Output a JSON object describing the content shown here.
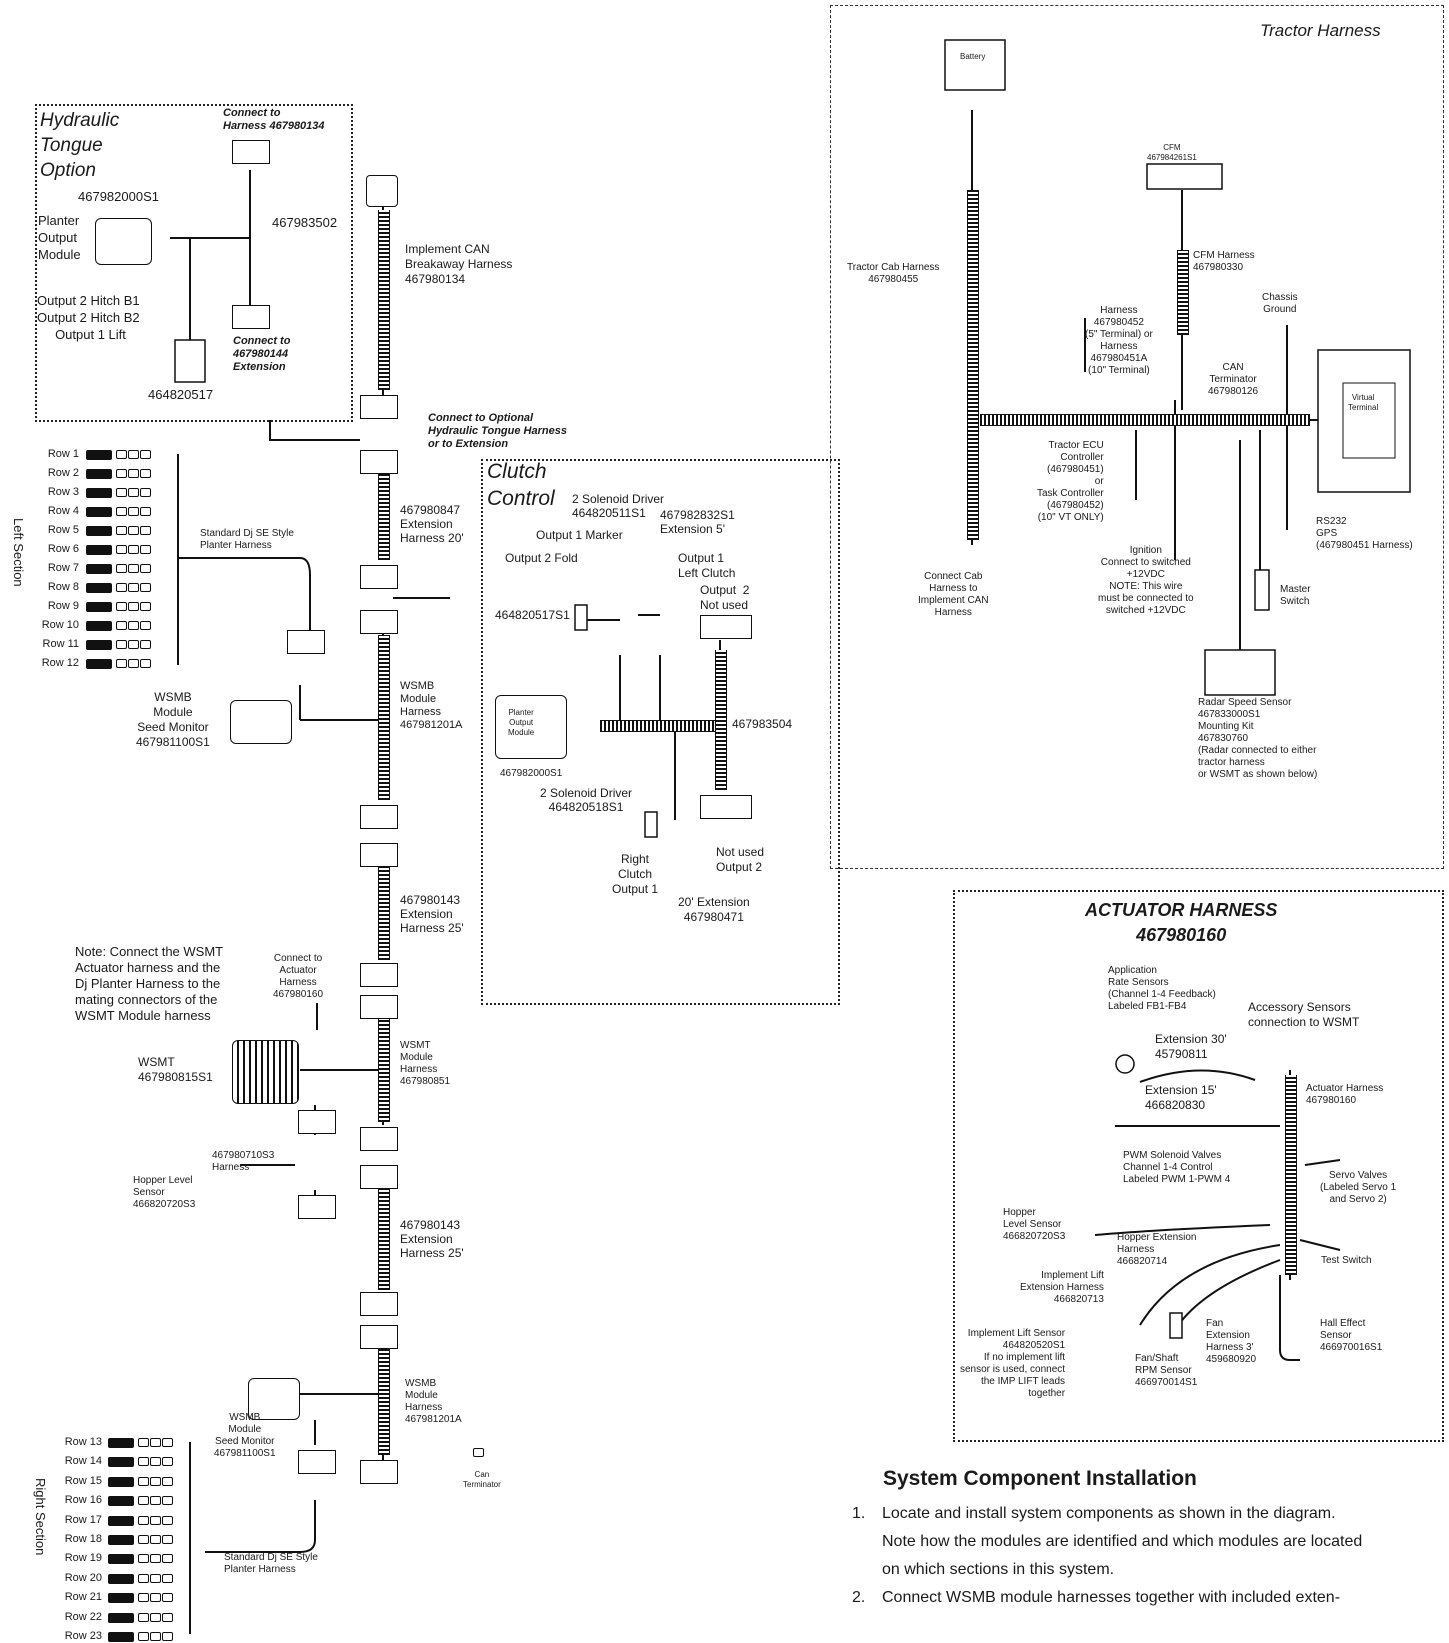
{
  "hydraulic": {
    "title": [
      "Hydraulic",
      "Tongue",
      "Option"
    ],
    "connect_top": [
      "Connect to",
      "Harness 467980134"
    ],
    "module_part": "467982000S1",
    "module_label": [
      "Planter",
      "Output",
      "Module"
    ],
    "harness_part": "467983502",
    "outputs": [
      "Output 2 Hitch B1",
      "Output 2 Hitch B2",
      "Output 1 Lift"
    ],
    "connect_bottom": [
      "Connect to",
      "467980144",
      "Extension"
    ],
    "valve_part": "464820517"
  },
  "center": {
    "can_harness": [
      "Implement CAN",
      "Breakaway Harness",
      "467980134"
    ],
    "connect_optional": [
      "Connect to Optional",
      "Hydraulic Tongue Harness",
      "or to Extension"
    ],
    "ext20": [
      "467980847",
      "Extension",
      "Harness 20'"
    ],
    "wsmb_harness": [
      "WSMB",
      "Module",
      "Harness",
      "467981201A"
    ],
    "ext25a": [
      "467980143",
      "Extension",
      "Harness 25'"
    ],
    "wsmt_harness": [
      "WSMT",
      "Module",
      "Harness",
      "467980851"
    ],
    "ext25b": [
      "467980143",
      "Extension",
      "Harness 25'"
    ],
    "wsmb_harness2": [
      "WSMB",
      "Module",
      "Harness",
      "467981201A"
    ],
    "can_term": [
      "Can",
      "Terminator"
    ]
  },
  "left_section": {
    "label": "Left Section",
    "rows": [
      "Row 1",
      "Row 2",
      "Row 3",
      "Row 4",
      "Row 5",
      "Row 6",
      "Row 7",
      "Row 8",
      "Row 9",
      "Row 10",
      "Row 11",
      "Row 12"
    ],
    "planter_harness": [
      "Standard Dj SE Style",
      "Planter Harness"
    ],
    "wsmb": [
      "WSMB",
      "Module",
      "Seed Monitor",
      "467981100S1"
    ]
  },
  "wsmt": {
    "note": [
      "Note: Connect the WSMT",
      "Actuator harness and the",
      "Dj Planter Harness to the",
      "mating connectors of the",
      "WSMT Module harness"
    ],
    "connect_actuator": [
      "Connect to",
      "Actuator",
      "Harness",
      "467980160"
    ],
    "module": [
      "WSMT",
      "467980815S1"
    ],
    "hopper_harness": [
      "467980710S3",
      "Harness"
    ],
    "hopper_sensor": [
      "Hopper Level",
      "Sensor",
      "466820720S3"
    ]
  },
  "right_section": {
    "label": "Right Section",
    "rows": [
      "Row 13",
      "Row 14",
      "Row 15",
      "Row 16",
      "Row 17",
      "Row 18",
      "Row 19",
      "Row 20",
      "Row 21",
      "Row 22",
      "Row 23"
    ],
    "planter_harness": [
      "Standard Dj SE Style",
      "Planter Harness"
    ],
    "wsmb": [
      "WSMB",
      "Module",
      "Seed Monitor",
      "467981100S1"
    ]
  },
  "clutch": {
    "title": [
      "Clutch",
      "Control"
    ],
    "driver1": [
      "2 Solenoid Driver",
      "464820511S1"
    ],
    "ext5": [
      "467982832S1",
      "Extension 5'"
    ],
    "out1_marker": "Output 1 Marker",
    "out2_fold": "Output 2 Fold",
    "out1_left": [
      "Output 1",
      "Left Clutch"
    ],
    "out2_notused": [
      "Output  2",
      "Not used"
    ],
    "valve": "464820517S1",
    "module_label": [
      "Planter",
      "Output",
      "Module"
    ],
    "module_part": "467982000S1",
    "harness": "467983504",
    "driver2": [
      "2 Solenoid Driver",
      "464820518S1"
    ],
    "right_clutch": [
      "Right",
      "Clutch",
      "Output 1"
    ],
    "not_used2": [
      "Not used",
      "Output 2"
    ],
    "ext20": [
      "20' Extension",
      "467980471"
    ]
  },
  "tractor": {
    "title": "Tractor Harness",
    "battery": "Battery",
    "cfm": [
      "CFM",
      "467984261S1"
    ],
    "cfm_harness": [
      "CFM Harness",
      "467980330"
    ],
    "cab_harness": [
      "Tractor Cab Harness",
      "467980455"
    ],
    "chassis": [
      "Chassis",
      "Ground"
    ],
    "harness452": [
      "Harness",
      "467980452",
      "(5\" Terminal) or",
      "Harness",
      "467980451A",
      "(10\" Terminal)"
    ],
    "can_term": [
      "CAN",
      "Terminator",
      "467980126"
    ],
    "virtual_terminal": [
      "Virtual",
      "Terminal"
    ],
    "ecu": [
      "Tractor ECU",
      "Controller",
      "(467980451)",
      "or",
      "Task Controller",
      "(467980452)",
      "(10\" VT ONLY)"
    ],
    "rs232": [
      "RS232",
      "GPS",
      "(467980451 Harness)"
    ],
    "connect_cab": [
      "Connect Cab",
      "Harness to",
      "Implement CAN",
      "Harness"
    ],
    "ignition": [
      "Ignition",
      "Connect to switched",
      "+12VDC",
      "NOTE: This wire",
      "must be connected to",
      "switched +12VDC"
    ],
    "master": [
      "Master",
      "Switch"
    ],
    "radar": [
      "Radar Speed Sensor",
      "467833000S1",
      "Mounting Kit",
      "467830760",
      "(Radar connected to either",
      "tractor harness",
      "or WSMT as shown below)"
    ]
  },
  "actuator": {
    "title": [
      "ACTUATOR HARNESS",
      "467980160"
    ],
    "app_rate": [
      "Application",
      "Rate Sensors",
      "(Channel 1-4 Feedback)",
      "Labeled FB1-FB4"
    ],
    "accessory": [
      "Accessory Sensors",
      "connection to WSMT"
    ],
    "ext30": [
      "Extension 30'",
      "45790811"
    ],
    "ext15": [
      "Extension 15'",
      "466820830"
    ],
    "act_harness": [
      "Actuator Harness",
      "467980160"
    ],
    "pwm": [
      "PWM Solenoid Valves",
      "Channel 1-4 Control",
      "Labeled PWM 1-PWM 4"
    ],
    "servo": [
      "Servo Valves",
      "(Labeled Servo 1",
      "and Servo 2)"
    ],
    "hopper_sensor": [
      "Hopper",
      "Level Sensor",
      "466820720S3"
    ],
    "hopper_ext": [
      "Hopper Extension",
      "Harness",
      "466820714"
    ],
    "test_switch": "Test Switch",
    "impl_lift_ext": [
      "Implement Lift",
      "Extension Harness",
      "466820713"
    ],
    "impl_lift_sensor": [
      "Implement Lift Sensor",
      "464820520S1",
      "If no implement lift",
      "sensor is used, connect",
      "the IMP LIFT leads",
      "together"
    ],
    "fan_ext": [
      "Fan",
      "Extension",
      "Harness 3'",
      "459680920"
    ],
    "fan_sensor": [
      "Fan/Shaft",
      "RPM Sensor",
      "466970014S1"
    ],
    "hall": [
      "Hall Effect",
      "Sensor",
      "466970016S1"
    ]
  },
  "install": {
    "heading": "System Component Installation",
    "steps": [
      [
        "1.",
        "Locate and install system components as shown in the diagram."
      ],
      [
        "",
        "Note how the modules are identified and which modules are located"
      ],
      [
        "",
        "on which sections in this system."
      ],
      [
        "2.",
        "Connect WSMB module harnesses together with included exten-"
      ]
    ]
  }
}
